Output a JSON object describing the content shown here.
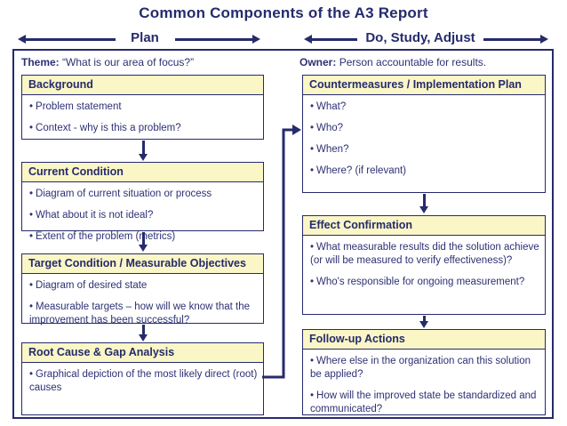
{
  "title": "Common Components of the A3 Report",
  "bullet_char": "•",
  "phase_labels": {
    "plan": "Plan",
    "do_study_adjust": "Do, Study, Adjust"
  },
  "panel": {
    "theme_label": "Theme:",
    "theme_text": "“What is our area of focus?”",
    "owner_label": "Owner:",
    "owner_text": "Person accountable for results."
  },
  "left_column": {
    "boxes": [
      {
        "title": "Background",
        "bullets": [
          "Problem statement",
          "Context - why is this a problem?"
        ]
      },
      {
        "title": "Current Condition",
        "bullets": [
          "Diagram of current situation or process",
          "What about it is not ideal?",
          "Extent of the problem (metrics)"
        ]
      },
      {
        "title": "Target Condition / Measurable Objectives",
        "bullets": [
          "Diagram of desired state",
          "Measurable targets – how will we know that the improvement has been successful?"
        ]
      },
      {
        "title": "Root Cause & Gap Analysis",
        "bullets": [
          "Graphical depiction of the most likely direct (root) causes"
        ]
      }
    ]
  },
  "right_column": {
    "boxes": [
      {
        "title": "Countermeasures / Implementation Plan",
        "bullets": [
          "What?",
          "Who?",
          "When?",
          "Where? (if relevant)"
        ]
      },
      {
        "title": "Effect Confirmation",
        "bullets": [
          "What measurable results did the solution achieve (or will be measured to verify effectiveness)?",
          "Who's responsible for ongoing measurement?"
        ]
      },
      {
        "title": "Follow-up Actions",
        "bullets": [
          "Where else in the organization can this solution be applied?",
          "How will the improved state be standardized and communicated?"
        ]
      }
    ]
  },
  "colors": {
    "navy": "#252B6D",
    "text": "#2D3173",
    "yellow": "#FAF6C6",
    "bg": "#FFFFFF"
  }
}
